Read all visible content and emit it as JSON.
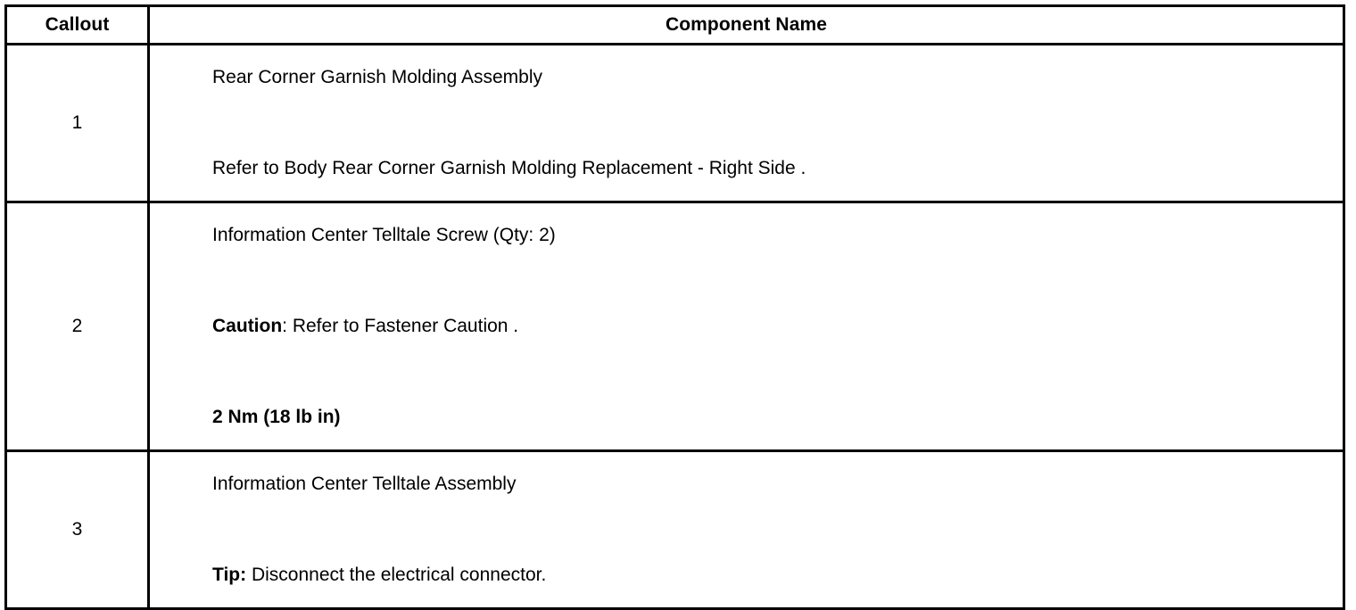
{
  "table": {
    "headers": {
      "callout": "Callout",
      "component_name": "Component Name"
    },
    "rows": [
      {
        "callout": "1",
        "lines": [
          {
            "lead": "",
            "text": "Rear Corner Garnish Molding Assembly",
            "bold_all": false
          },
          {
            "lead": "",
            "text": "Refer to Body Rear Corner Garnish Molding Replacement - Right Side .",
            "bold_all": false
          }
        ]
      },
      {
        "callout": "2",
        "lines": [
          {
            "lead": "",
            "text": "Information Center Telltale Screw (Qty: 2)",
            "bold_all": false
          },
          {
            "lead": "Caution",
            "text": ": Refer to Fastener Caution .",
            "bold_all": false
          },
          {
            "lead": "",
            "text": "2 Nm (18 lb in)",
            "bold_all": true
          }
        ]
      },
      {
        "callout": "3",
        "lines": [
          {
            "lead": "",
            "text": "Information Center Telltale Assembly",
            "bold_all": false
          },
          {
            "lead": "Tip:",
            "text": " Disconnect the electrical connector.",
            "bold_all": false
          }
        ]
      }
    ]
  },
  "colors": {
    "border": "#000000",
    "text": "#000000",
    "background": "#ffffff"
  }
}
